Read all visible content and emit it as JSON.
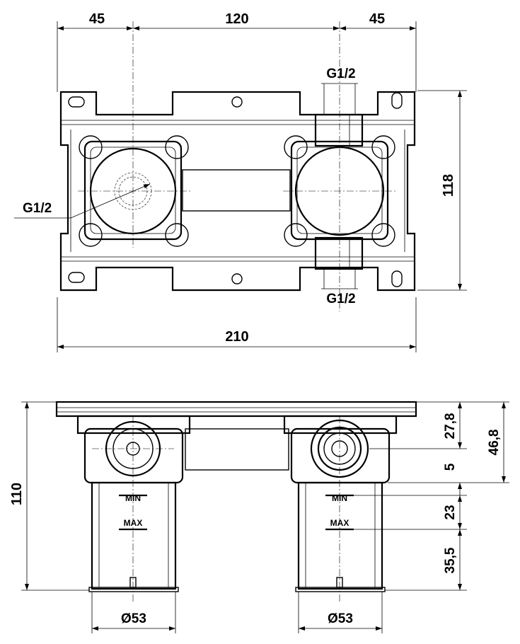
{
  "top_view": {
    "dims": {
      "left_offset": "45",
      "center_distance": "120",
      "right_offset": "45",
      "overall_width": "210",
      "height": "118"
    },
    "labels": {
      "thread_left": "G1/2",
      "thread_top": "G1/2",
      "thread_bottom": "G1/2"
    }
  },
  "front_view": {
    "dims": {
      "total_height": "110",
      "plate_to_axis": "27,8",
      "overall_depth": "46,8",
      "gap": "5",
      "min_to_max": "23",
      "max_to_base": "35,5",
      "diameter_left": "Ø53",
      "diameter_right": "Ø53"
    },
    "labels": {
      "min_left": "MIN",
      "max_left": "MAX",
      "min_right": "MIN",
      "max_right": "MAX"
    }
  }
}
